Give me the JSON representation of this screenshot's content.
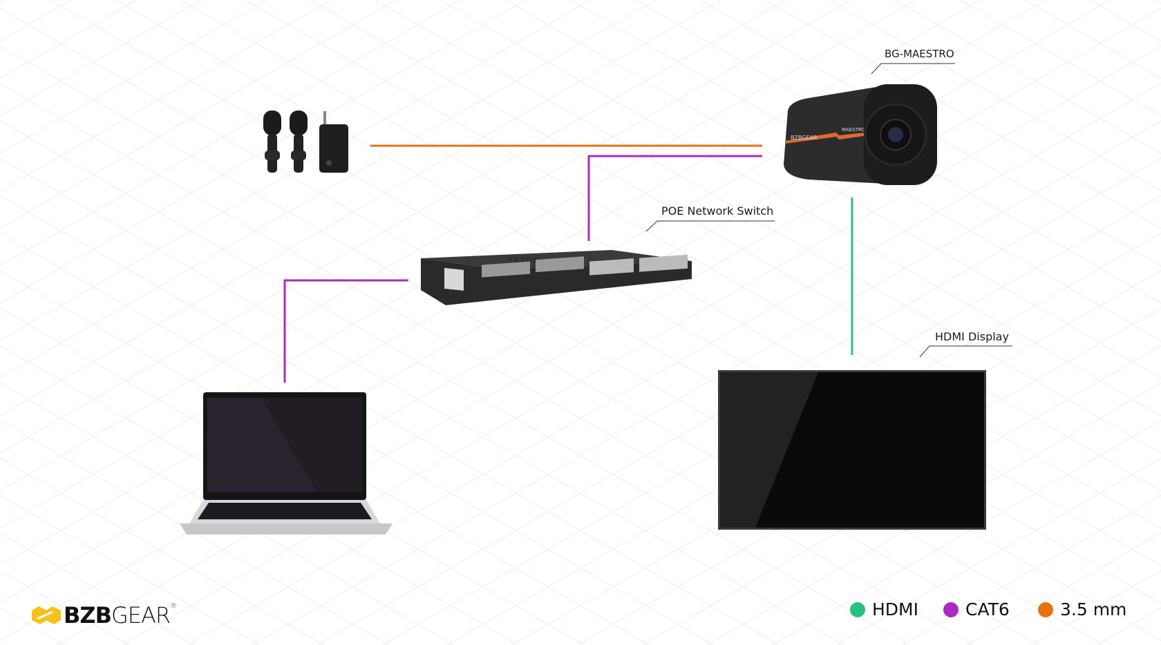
{
  "labels": {
    "camera": "BG-MAESTRO",
    "switch": "POE Network Switch",
    "display": "HDMI Display"
  },
  "camera_branding": {
    "brand": "BZBGEAR",
    "model": "MAESTRO"
  },
  "switch_branding": "NETGEAR",
  "logo": {
    "text_bold": "BZB",
    "text_light": "GEAR",
    "mark": "®"
  },
  "legend": [
    {
      "label": "HDMI",
      "color": "#27c07d"
    },
    {
      "label": "CAT6",
      "color": "#a92bc2"
    },
    {
      "label": "3.5 mm",
      "color": "#e8730c"
    }
  ],
  "colors": {
    "hdmi": "#27c07d",
    "cat6": "#a92bc2",
    "audio": "#e8730c",
    "logo": "#f5c21b"
  }
}
